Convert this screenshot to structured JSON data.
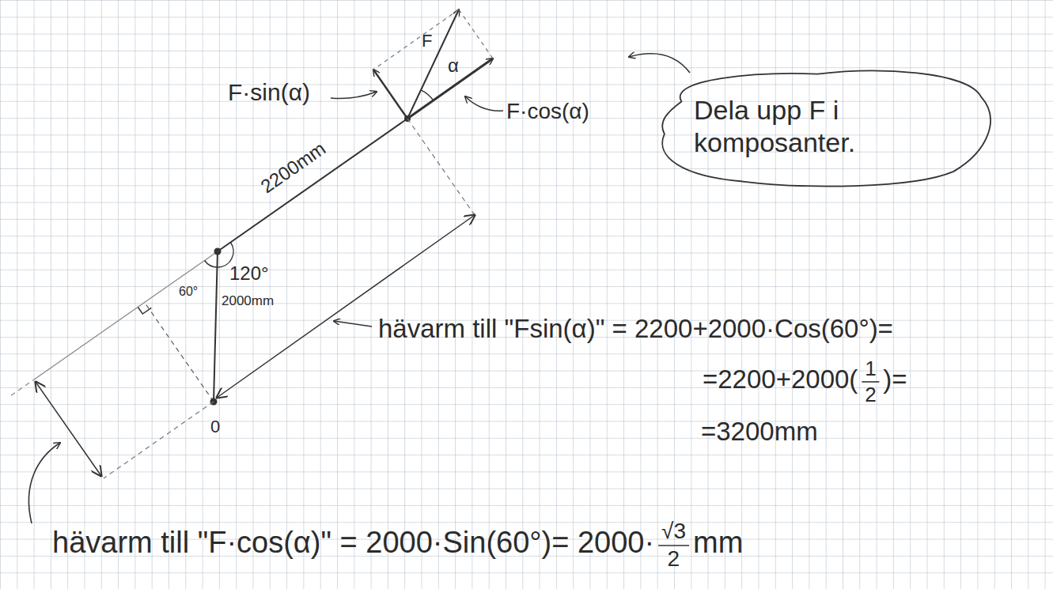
{
  "diagram": {
    "nodes": [
      {
        "text": [
          "Dela upp F i komposanter."
        ]
      }
    ],
    "labels": [
      "F·sin(α)",
      "F",
      "α",
      "F·cos(α)",
      "2200mm",
      "60°",
      "120°",
      "2000mm",
      "0",
      "hävarm till \"Fsin(α)\" = 2200+2000·Cos(60°)=",
      "=2200+2000(",
      "1",
      "2",
      ")=",
      "=3200mm",
      "hävarm till \"F·cos(α)\" = 2000·Sin(60°)= 2000·",
      "√3",
      "2",
      "mm"
    ]
  }
}
